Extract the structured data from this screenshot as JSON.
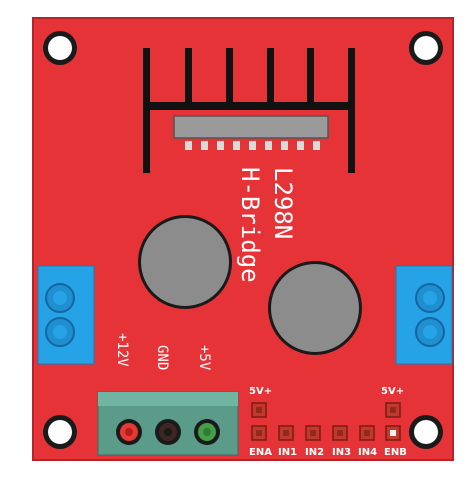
{
  "board": {
    "model": "L298N",
    "type": "H-Bridge",
    "colors": {
      "pcb": "#e63338",
      "pcb_border": "#222222",
      "heatsink": "#111111",
      "chip_body": "#9a9a9a",
      "chip_pins": "#d9d9d9",
      "capacitor": "#8c8c8c",
      "terminal": "#26a3e6",
      "terminal_screw": "#1f8fd0",
      "power_terminal": "#5a9b8a",
      "header_pin": "#c0392b",
      "wire_red": "#e53935",
      "wire_black": "#3e2723",
      "wire_green": "#43a047"
    }
  },
  "power_terminal": {
    "labels": [
      "+12V",
      "GND",
      "+5V"
    ]
  },
  "headers": {
    "top_left_label": "5V+",
    "top_right_label": "5V+",
    "bottom_labels": [
      "ENA",
      "IN1",
      "IN2",
      "IN3",
      "IN4",
      "ENB"
    ]
  }
}
